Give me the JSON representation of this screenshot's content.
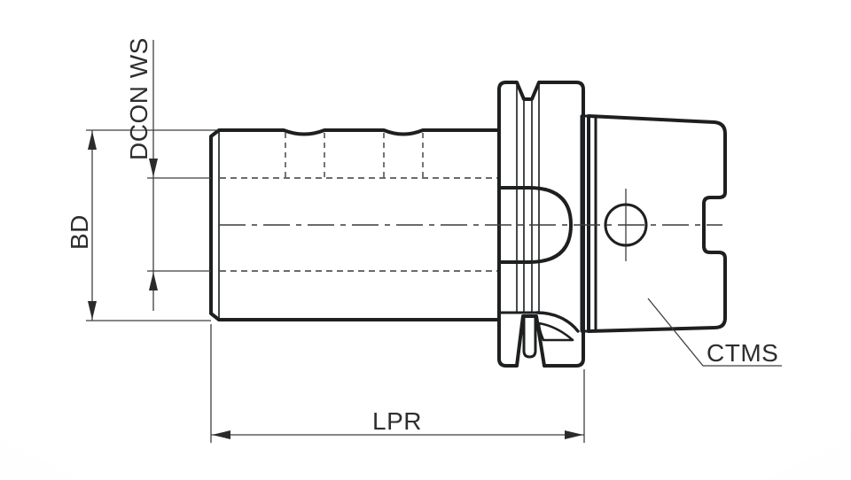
{
  "figure": {
    "type": "technical-drawing",
    "subject": "tool holder shank cross-section",
    "labels": {
      "dcon_ws": "DCON WS",
      "bd": "BD",
      "lpr": "LPR",
      "ctms": "CTMS"
    },
    "colors": {
      "outline": "#1d1f20",
      "dimension_line": "#3f3f3f",
      "label_text": "#2e2e2e",
      "fill_light": "#f3f4f5",
      "fill_mid": "#cfd2d4",
      "fill_dark": "#b6b9bc",
      "background": "#ffffff"
    }
  }
}
